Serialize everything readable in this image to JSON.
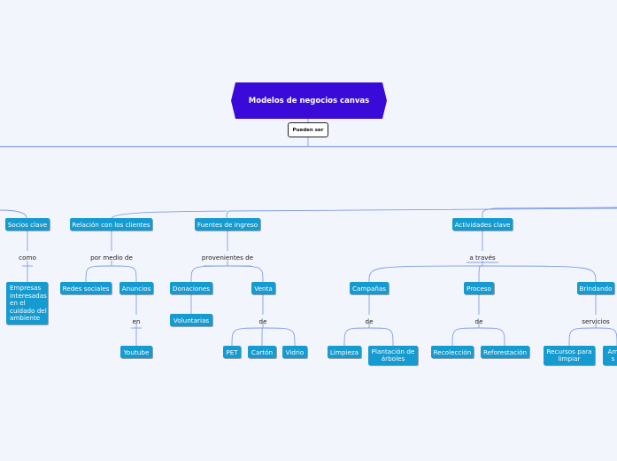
{
  "title": "Modelos de negocios canvas",
  "subtitle": "Pueden ser",
  "colors": {
    "background": "#f3f5fd",
    "title": "#3a0bd8",
    "node": "#159bd0",
    "line": "#7f9ee6"
  },
  "nodes": {
    "socios": "Socios clave",
    "como": "como",
    "empresas": "Empresas interesadas en el cuidado del ambiente",
    "relacion": "Relación con los clientes",
    "por_medio": "por medio de",
    "redes": "Redes sociales",
    "anuncios": "Anuncios",
    "en": "en",
    "youtube": "Youtube",
    "fuentes": "Fuentes de ingreso",
    "provenientes": "provenientes de",
    "donaciones": "Donaciones",
    "voluntarias": "Voluntarias",
    "venta": "Venta",
    "de_venta": "de",
    "pet": "PET",
    "carton": "Cartón",
    "vidrio": "Vidrio",
    "actividades": "Actividades clave",
    "a_traves": "a través",
    "campanas": "Campañas",
    "de_campanas": "de",
    "limpieza": "Limpieza",
    "plantacion": "Plantación de árboles",
    "proceso": "Proceso",
    "de_proceso": "de",
    "recoleccion": "Recolección",
    "reforestacion": "Reforestación",
    "brindando": "Brindando",
    "servicios": "servicios",
    "recursos": "Recursos para limpiar",
    "am": "Am s"
  }
}
